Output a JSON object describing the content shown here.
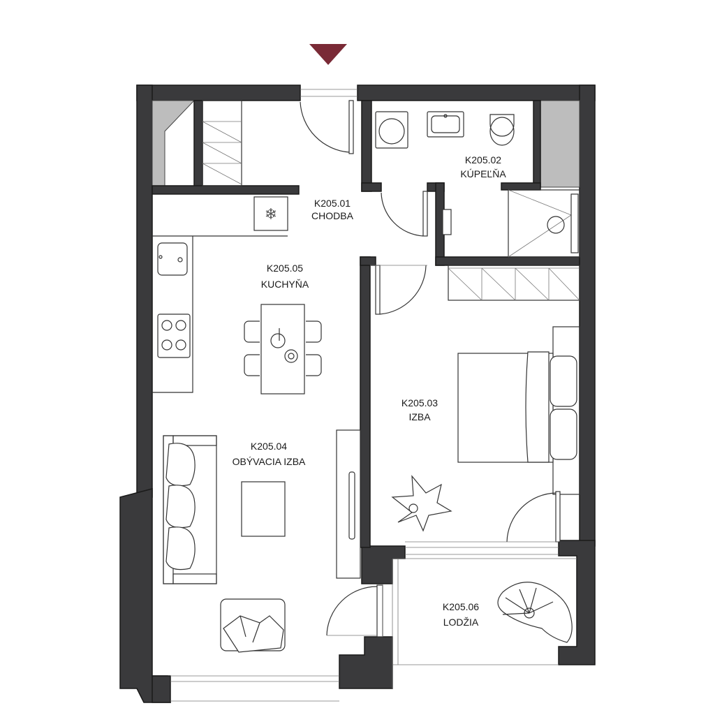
{
  "entrance_marker": {
    "icon": "entrance-arrow-icon",
    "color": "#7a2a36"
  },
  "rooms": [
    {
      "id": "chodba",
      "code": "K205.01",
      "name": "CHODBA"
    },
    {
      "id": "kupelna",
      "code": "K205.02",
      "name": "KÚPEĽŇA"
    },
    {
      "id": "izba",
      "code": "K205.03",
      "name": "IZBA"
    },
    {
      "id": "obyvacia",
      "code": "K205.04",
      "name": "OBÝVACIA IZBA"
    },
    {
      "id": "kuchyna",
      "code": "K205.05",
      "name": "KUCHYŇA"
    },
    {
      "id": "lodzia",
      "code": "K205.06",
      "name": "LODŽIA"
    }
  ],
  "colors": {
    "wall": "#3a3a3c",
    "accent": "#7a2a36",
    "background": "#ffffff"
  }
}
